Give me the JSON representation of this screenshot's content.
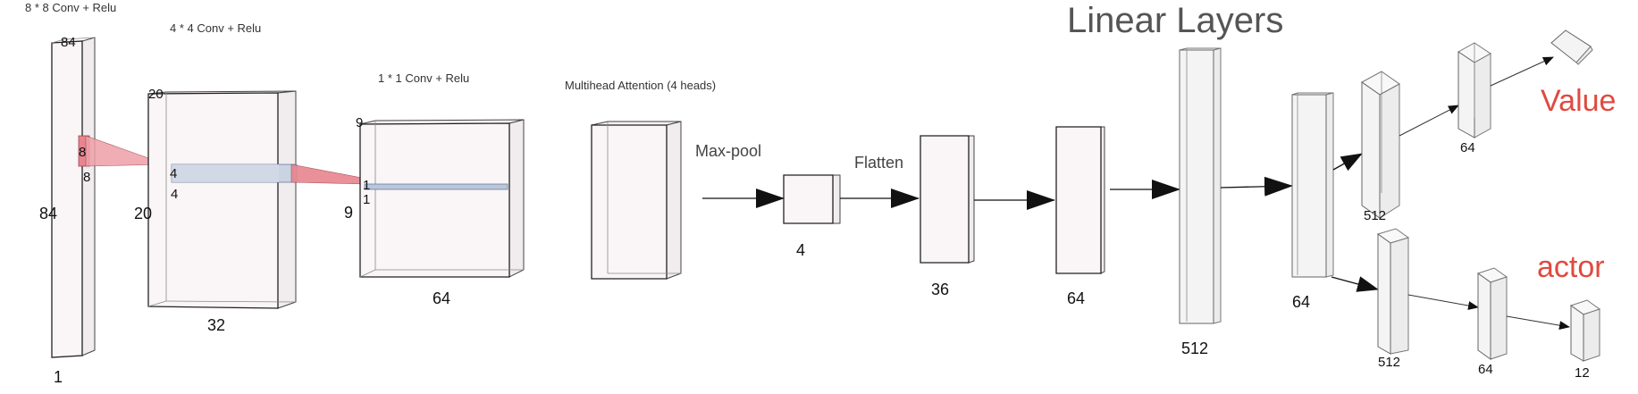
{
  "colors": {
    "kernel": "#e8848e",
    "slice": "#c9d3e1",
    "slice_stroke": "#6d7d9a",
    "head_text": "#e04a3f",
    "title_text": "#555555"
  },
  "captions": {
    "conv1": "8 * 8 Conv + Relu",
    "conv2": "4 * 4 Conv + Relu",
    "conv3": "1 * 1 Conv + Relu",
    "attention": "Multihead Attention (4 heads)",
    "maxpool": "Max-pool",
    "flatten": "Flatten",
    "linear": "Linear Layers"
  },
  "input": {
    "top": "84",
    "side": "84",
    "bottom": "1"
  },
  "kernel1": {
    "a": "8",
    "b": "8"
  },
  "conv2_block": {
    "top": "20",
    "side": "20",
    "bottom": "32"
  },
  "kernel2": {
    "a": "4",
    "b": "4"
  },
  "conv3_block": {
    "top": "9",
    "side": "9",
    "bottom": "64"
  },
  "kernel3": {
    "a": "1",
    "b": "1"
  },
  "maxpool_out": "4",
  "flatten_out": "36",
  "fc1": "64",
  "fc2": "512",
  "fc3": "64",
  "value_head": {
    "label": "Value",
    "l1": "512",
    "l2": "64"
  },
  "actor_head": {
    "label": "actor",
    "l1": "512",
    "l2": "64",
    "l3": "12"
  }
}
